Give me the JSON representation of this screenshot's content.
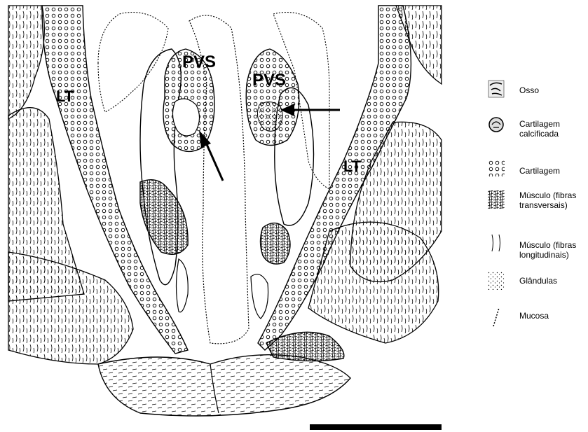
{
  "labels": {
    "pvs_left": "PVS",
    "pvs_right": "PVS",
    "lt_left": "LT",
    "lt_right": "LT"
  },
  "legend": {
    "items": [
      {
        "key": "osso",
        "text": "Osso"
      },
      {
        "key": "cartilagem_calcificada",
        "text": "Cartilagem calcificada"
      },
      {
        "key": "cartilagem",
        "text": "Cartilagem"
      },
      {
        "key": "musculo_transversais",
        "text": "Músculo (fibras transversais)"
      },
      {
        "key": "musculo_longitudinais",
        "text": "Músculo (fibras longitudinais)"
      },
      {
        "key": "glandulas",
        "text": "Glândulas"
      },
      {
        "key": "mucosa",
        "text": "Mucosa"
      }
    ]
  },
  "colors": {
    "ink": "#000000",
    "background": "#ffffff"
  }
}
